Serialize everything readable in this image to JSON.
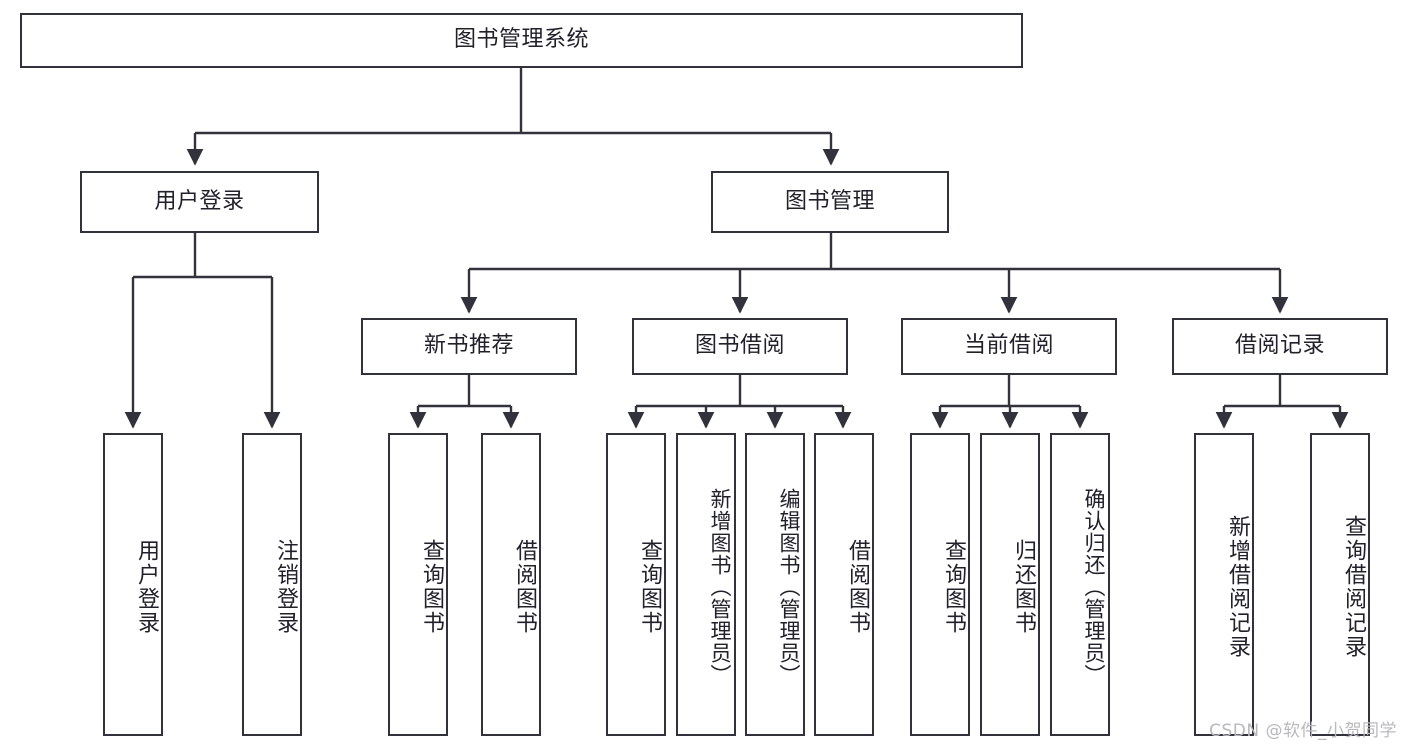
{
  "diagram": {
    "title": "图书管理系统",
    "root": {
      "label": "图书管理系统"
    },
    "level2": [
      {
        "label": "用户登录"
      },
      {
        "label": "图书管理"
      }
    ],
    "level3": [
      {
        "label": "新书推荐"
      },
      {
        "label": "图书借阅"
      },
      {
        "label": "当前借阅"
      },
      {
        "label": "借阅记录"
      }
    ],
    "leaves": [
      {
        "label": "用户登录"
      },
      {
        "label": "注销登录"
      },
      {
        "label": "查询图书"
      },
      {
        "label": "借阅图书"
      },
      {
        "label": "查询图书"
      },
      {
        "label": "新增图书（管理员）"
      },
      {
        "label": "编辑图书（管理员）"
      },
      {
        "label": "借阅图书"
      },
      {
        "label": "查询图书"
      },
      {
        "label": "归还图书"
      },
      {
        "label": "确认归还（管理员）"
      },
      {
        "label": "新增借阅记录"
      },
      {
        "label": "查询借阅记录"
      }
    ]
  },
  "watermark": "CSDN @软件_小贺同学",
  "colors": {
    "stroke": "#32323c",
    "text": "#21212b",
    "background": "#ffffff",
    "watermark": "#b9b9bd"
  }
}
